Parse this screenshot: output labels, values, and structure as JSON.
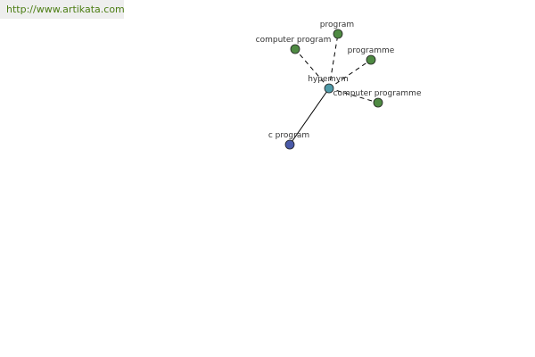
{
  "header": {
    "url": "http://www.artikata.com"
  },
  "colors": {
    "url_text": "#4b7d12",
    "url_bg": "#eeeeee",
    "edge": "#000000",
    "node_stroke": "#222222",
    "node_related": "#4f8a43",
    "node_center": "#4f9aa8",
    "node_term": "#4a5aa8"
  },
  "graph": {
    "center": {
      "label": "hypernym"
    },
    "related": [
      {
        "label": "program"
      },
      {
        "label": "computer program"
      },
      {
        "label": "programme"
      },
      {
        "label": "computer programme"
      }
    ],
    "term": {
      "label": "c program"
    }
  }
}
